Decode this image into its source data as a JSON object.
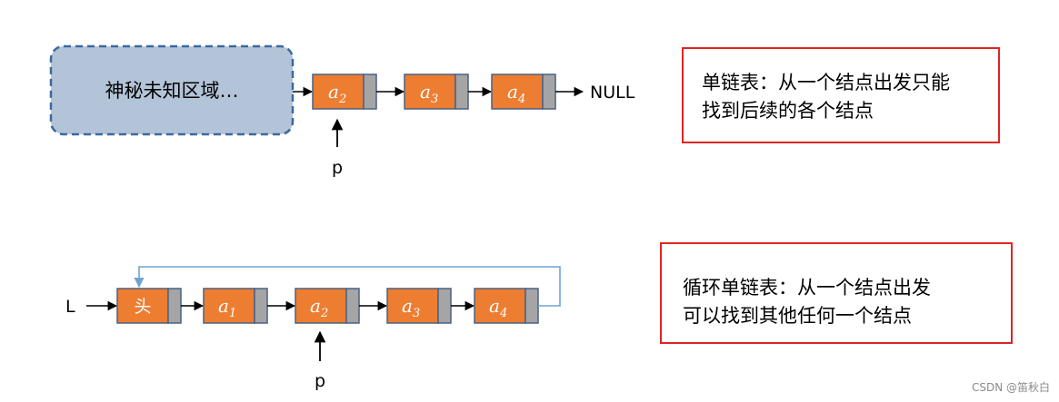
{
  "top": {
    "unknown_region": "神秘未知区域…",
    "nodes": [
      {
        "base": "a",
        "sub": "2"
      },
      {
        "base": "a",
        "sub": "3"
      },
      {
        "base": "a",
        "sub": "4"
      }
    ],
    "null_label": "NULL",
    "pointer_label": "p",
    "note": [
      "单链表：从一个结点出发只能",
      "找到后续的各个结点"
    ]
  },
  "bottom": {
    "list_label": "L",
    "head_label": "头",
    "nodes": [
      {
        "base": "a",
        "sub": "1"
      },
      {
        "base": "a",
        "sub": "2"
      },
      {
        "base": "a",
        "sub": "3"
      },
      {
        "base": "a",
        "sub": "4"
      }
    ],
    "pointer_label": "p",
    "note": [
      "循环单链表：从一个结点出发",
      "可以找到其他任何一个结点"
    ]
  },
  "watermark": "CSDN @笛秋白",
  "colors": {
    "node_fill": "#ED7D31",
    "node_border": "#4A6184",
    "pointer_field": "#A5A5A5",
    "unknown_fill": "#B4C4D8",
    "unknown_border": "#3A6A9E",
    "loop_line": "#6FA3D6",
    "note_border": "#E02424"
  }
}
